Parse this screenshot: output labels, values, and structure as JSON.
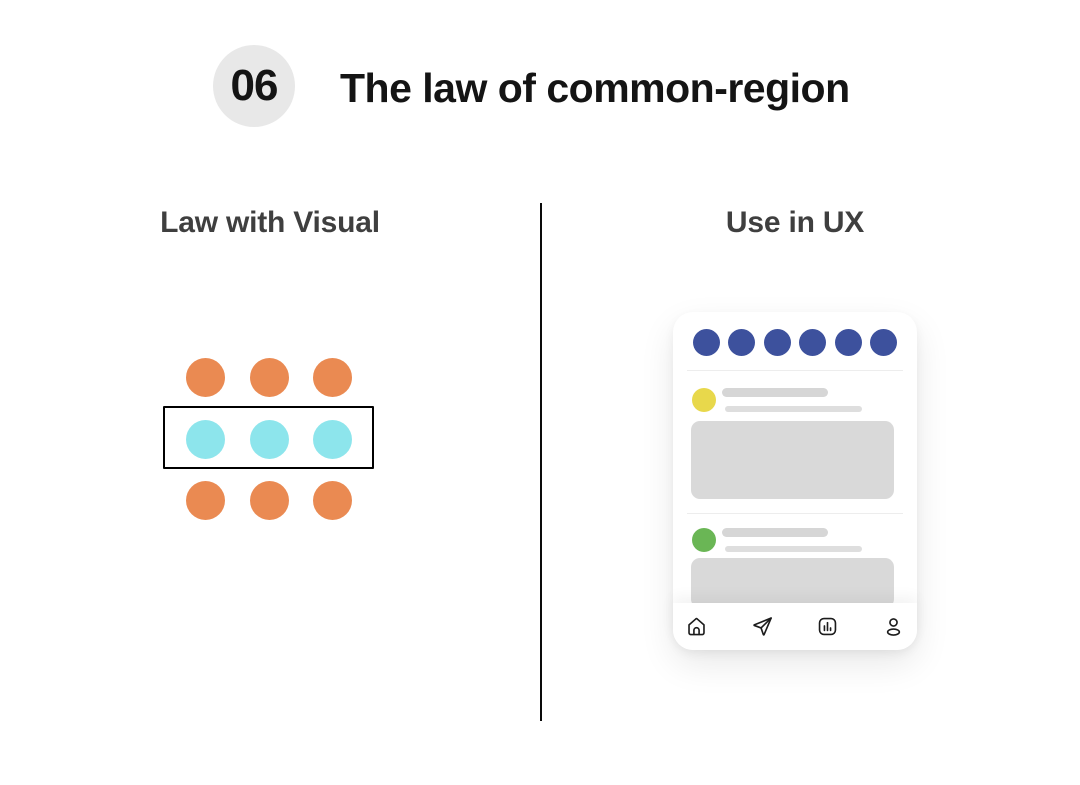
{
  "header": {
    "number": "06",
    "title": "The law of common-region",
    "badge_bg": "#E8E8E8"
  },
  "panels": {
    "left": {
      "heading": "Law with Visual"
    },
    "right": {
      "heading": "Use in UX"
    }
  },
  "law_visual": {
    "grid": {
      "rows": 3,
      "cols": 3
    },
    "rows": [
      {
        "color": "#EA8A52"
      },
      {
        "color": "#8DE5EC"
      },
      {
        "color": "#EA8A52"
      }
    ],
    "region_outline_color": "#000000"
  },
  "ux_card": {
    "stories": {
      "count": 6,
      "color": "#3D519D"
    },
    "posts": [
      {
        "avatar_color": "#E8D84B"
      },
      {
        "avatar_color": "#6AB655"
      }
    ],
    "placeholder_colors": {
      "title_bar": "#D6D6D6",
      "subtitle_bar": "#DEDEDE",
      "media": "#D9D9D9"
    },
    "nav_icons": [
      "home",
      "send",
      "stats",
      "profile"
    ]
  },
  "colors": {
    "background": "#FFFFFF",
    "title_text": "#141414",
    "heading_text": "#3F3F3F",
    "vertical_divider": "#0A0A0A",
    "card_divider": "#EDEDED",
    "icon_stroke": "#1C1C1C"
  }
}
